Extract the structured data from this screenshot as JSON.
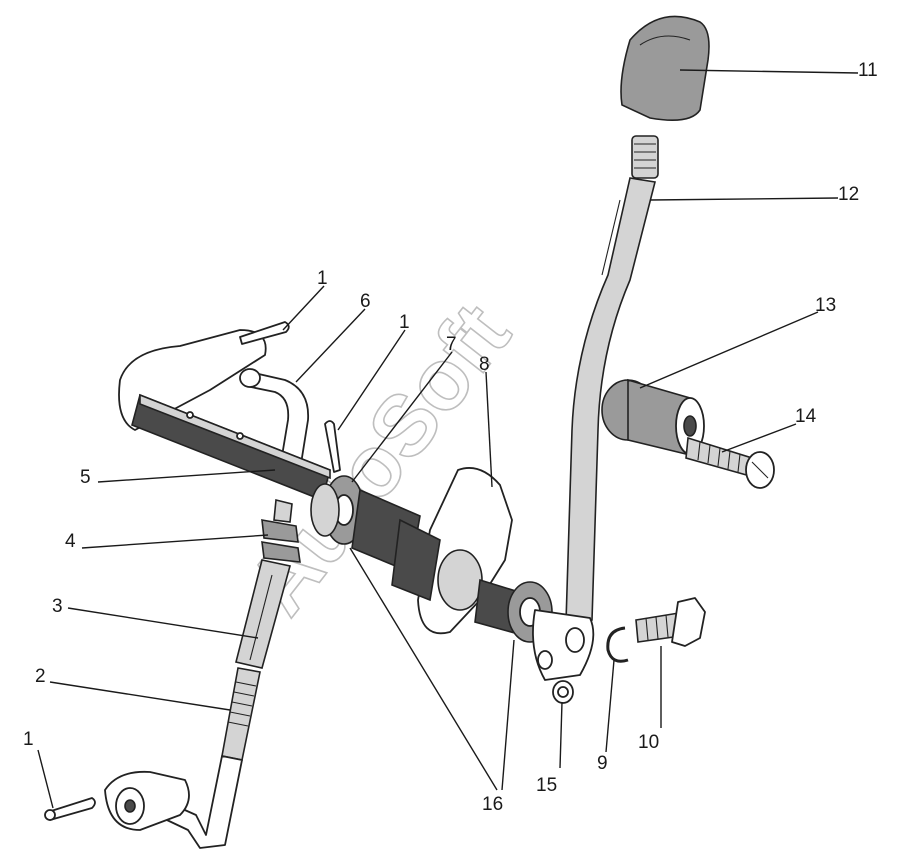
{
  "diagram": {
    "watermark": "AutoSoft",
    "callouts": [
      {
        "id": "c1a",
        "label": "1"
      },
      {
        "id": "c1b",
        "label": "1"
      },
      {
        "id": "c1c",
        "label": "1"
      },
      {
        "id": "c2",
        "label": "2"
      },
      {
        "id": "c3",
        "label": "3"
      },
      {
        "id": "c4",
        "label": "4"
      },
      {
        "id": "c5",
        "label": "5"
      },
      {
        "id": "c6",
        "label": "6"
      },
      {
        "id": "c7",
        "label": "7"
      },
      {
        "id": "c8",
        "label": "8"
      },
      {
        "id": "c9",
        "label": "9"
      },
      {
        "id": "c10",
        "label": "10"
      },
      {
        "id": "c11",
        "label": "11"
      },
      {
        "id": "c12",
        "label": "12"
      },
      {
        "id": "c13",
        "label": "13"
      },
      {
        "id": "c14",
        "label": "14"
      },
      {
        "id": "c15",
        "label": "15"
      },
      {
        "id": "c16",
        "label": "16"
      }
    ]
  }
}
